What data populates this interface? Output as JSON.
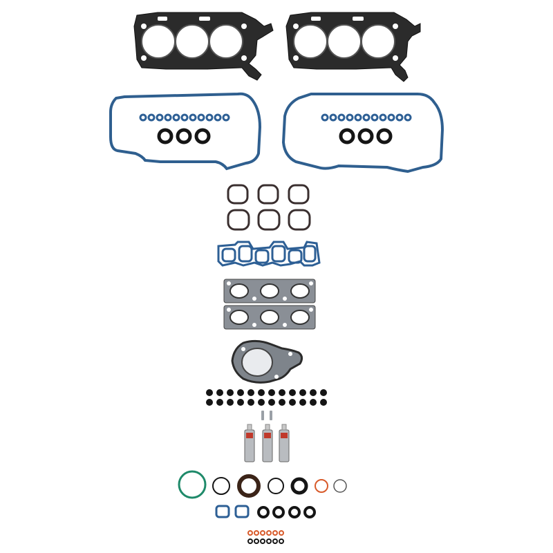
{
  "image": {
    "subject": "engine-gasket-set",
    "background": "#ffffff"
  },
  "colors": {
    "head_gasket": "#2b2b2b",
    "valve_cover": "#2f5f8f",
    "seal_blue": "#2d5f95",
    "intake_dark": "#3a2f2f",
    "exhaust_steel": "#8a8f96",
    "seal_black": "#151515",
    "seal_green": "#1f8a6a",
    "seal_orange": "#d85a2a",
    "seal_brown": "#3b2418",
    "tube_silver": "#b9bcc0",
    "tube_cap": "#c8c8c8"
  },
  "parts": {
    "head_gaskets": 2,
    "valve_cover_gaskets": 2,
    "intake_plenum_gaskets": 6,
    "exhaust_manifold_gaskets": 2,
    "water_pump_gasket": 1,
    "valve_stem_seals": 24,
    "rtv_tubes": 3,
    "crank_seals": 1
  }
}
